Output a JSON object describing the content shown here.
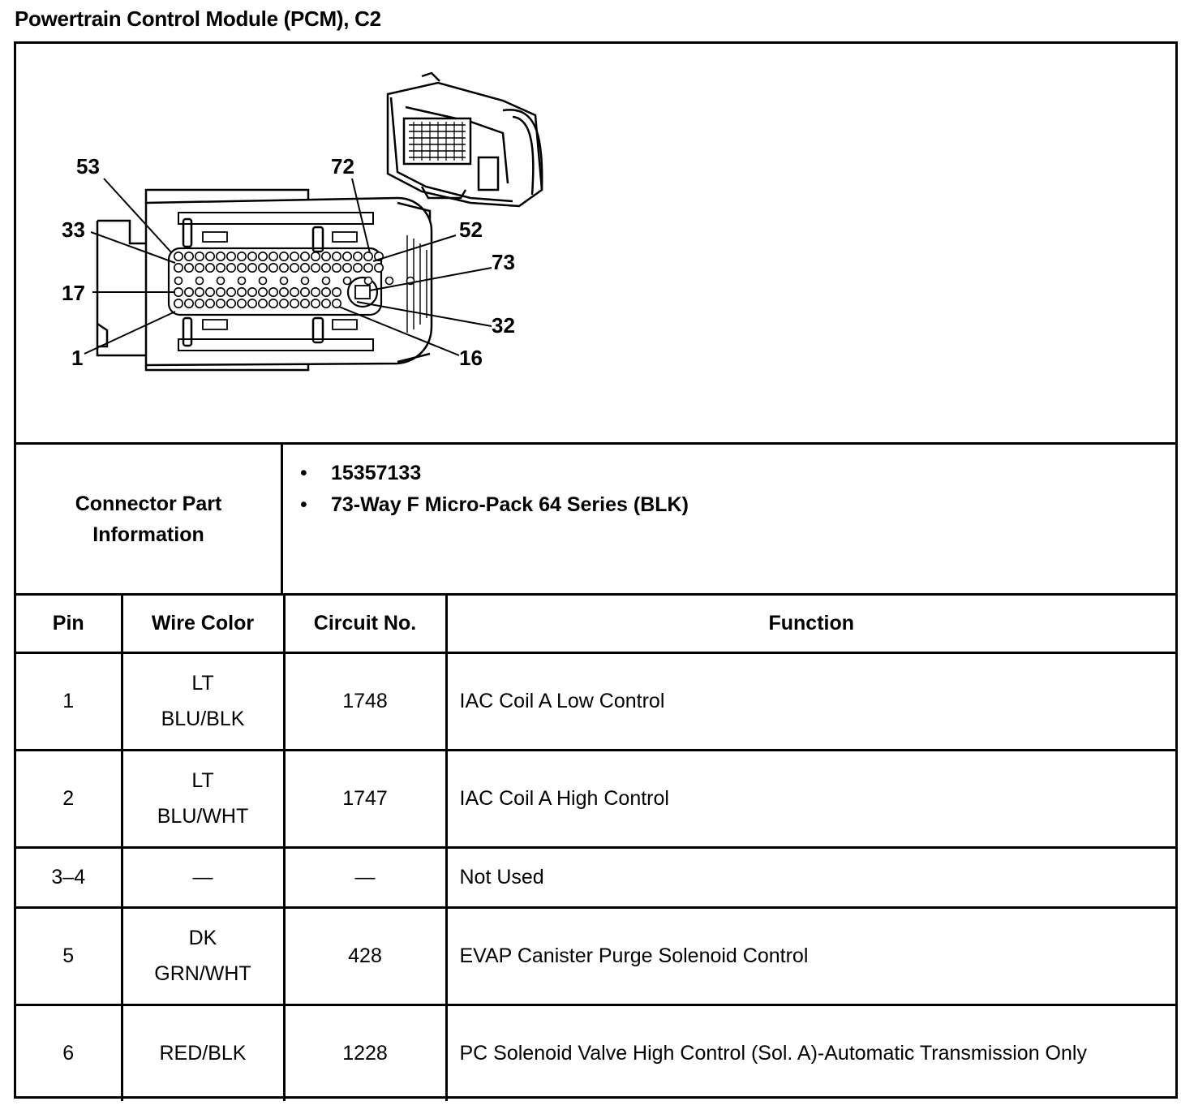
{
  "title": "Powertrain Control Module (PCM), C2",
  "diagram": {
    "callouts": [
      "53",
      "72",
      "33",
      "52",
      "73",
      "17",
      "32",
      "1",
      "16"
    ]
  },
  "connector_info": {
    "label": "Connector Part Information",
    "items": [
      "15357133",
      "73-Way F Micro-Pack 64 Series (BLK)"
    ]
  },
  "table": {
    "headers": [
      "Pin",
      "Wire Color",
      "Circuit No.",
      "Function"
    ],
    "rows": [
      {
        "pin": "1",
        "wire": "LT\nBLU/BLK",
        "circuit": "1748",
        "function": "IAC Coil A Low Control"
      },
      {
        "pin": "2",
        "wire": "LT\nBLU/WHT",
        "circuit": "1747",
        "function": "IAC Coil A High Control"
      },
      {
        "pin": "3–4",
        "wire": "—",
        "circuit": "—",
        "function": "Not Used"
      },
      {
        "pin": "5",
        "wire": "DK\nGRN/WHT",
        "circuit": "428",
        "function": "EVAP Canister Purge Solenoid Control"
      },
      {
        "pin": "6",
        "wire": "RED/BLK",
        "circuit": "1228",
        "function": "PC Solenoid Valve High Control (Sol. A)-Automatic Transmission Only"
      }
    ]
  }
}
